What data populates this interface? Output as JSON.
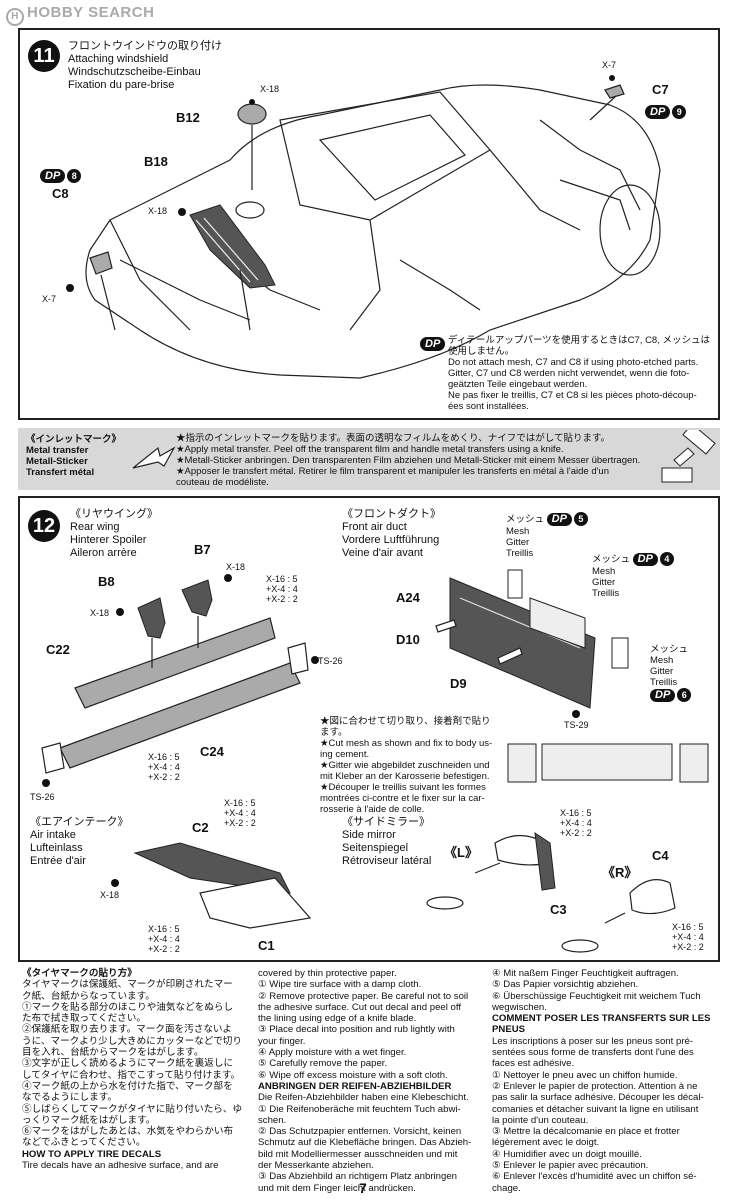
{
  "watermark": {
    "icon": "H",
    "text": "HOBBY SEARCH"
  },
  "step11": {
    "number": "11",
    "title_jp": "フロントウインドウの取り付け",
    "title_en": "Attaching windshield",
    "title_de": "Windschutzscheibe-Einbau",
    "title_fr": "Fixation du pare-brise",
    "labels": {
      "b12": "B12",
      "b18": "B18",
      "c8": "C8",
      "c7": "C7",
      "x18a": "X-18",
      "x18b": "X-18",
      "x7a": "X-7",
      "x7b": "X-7"
    },
    "dp_label": "DP",
    "dp_c8": "8",
    "dp_c7": "9",
    "dp_note": [
      "ディテールアップパーツを使用するときはC7, C8, メッシュは",
      "使用しません。",
      "Do not attach mesh, C7 and C8 if using photo-etched parts.",
      "Gitter, C7 und C8 werden nicht verwendet, wenn die foto-",
      "geätzten Teile eingebaut werden.",
      "Ne pas fixer le treillis, C7 et C8 si les pièces photo-découp-",
      "ées sont installées."
    ]
  },
  "inlet": {
    "title_jp": "《インレットマーク》",
    "title_en": "Metal transfer",
    "title_de": "Metall-Sticker",
    "title_fr": "Transfert métal",
    "lines": [
      "★指示のインレットマークを貼ります。表面の透明なフィルムをめくり、ナイフではがして貼ります。",
      "★Apply metal transfer. Peel off the transparent film and handle metal transfers using a knife.",
      "★Metall-Sticker anbringen. Den transparenten Film abziehen und Metall-Sticker mit einem Messer übertragen.",
      "★Apposer le transfert métal. Retirer le film transparent et manipuler les transferts en métal à l'aide d'un",
      "couteau de modéliste."
    ]
  },
  "step12": {
    "number": "12",
    "rear_wing": {
      "jp": "《リヤウイング》",
      "en": "Rear wing",
      "de": "Hinterer Spoiler",
      "fr": "Aileron arrère"
    },
    "rear_labels": {
      "b7": "B7",
      "b8": "B8",
      "c22": "C22",
      "c24": "C24",
      "x18a": "X-18",
      "x18b": "X-18",
      "ts26a": "TS-26",
      "ts26b": "TS-26"
    },
    "rear_spec_top": [
      "X-16 : 5",
      "+X-4 : 4",
      "+X-2 : 2"
    ],
    "rear_spec_bottom": [
      "X-16 : 5",
      "+X-4 : 4",
      "+X-2 : 2"
    ],
    "front_duct": {
      "jp": "《フロントダクト》",
      "en": "Front air duct",
      "de": "Vordere Luftführung",
      "fr": "Veine d'air avant"
    },
    "duct_labels": {
      "a24": "A24",
      "d10": "D10",
      "d9": "D9",
      "ts29": "TS-29"
    },
    "mesh_items": [
      {
        "jp": "メッシュ",
        "en": "Mesh",
        "de": "Gitter",
        "fr": "Treillis",
        "dp": "DP",
        "num": "5"
      },
      {
        "jp": "メッシュ",
        "en": "Mesh",
        "de": "Gitter",
        "fr": "Treillis",
        "dp": "DP",
        "num": "4"
      },
      {
        "jp": "メッシュ",
        "en": "Mesh",
        "de": "Gitter",
        "fr": "Treillis",
        "dp": "DP",
        "num": "6"
      }
    ],
    "cut_note": [
      "★図に合わせて切り取り、接着剤で貼ります。",
      "★Cut mesh as shown and fix to body us-",
      "ing cement.",
      "★Gitter wie abgebildet zuschneiden und",
      "mit Kleber an der Karosserie befestigen.",
      "★Découper le treillis suivant les formes",
      "montrées ci-contre et le fixer sur la car-",
      "rosserie à l'aide de colle."
    ],
    "air_intake": {
      "jp": "《エアインテーク》",
      "en": "Air intake",
      "de": "Lufteinlass",
      "fr": "Entrée d'air"
    },
    "intake_labels": {
      "c2": "C2",
      "c1": "C1",
      "x18": "X-18"
    },
    "intake_spec_top": [
      "X-16 : 5",
      "+X-4 : 4",
      "+X-2 : 2"
    ],
    "intake_spec_bottom": [
      "X-16 : 5",
      "+X-4 : 4",
      "+X-2 : 2"
    ],
    "side_mirror": {
      "jp": "《サイドミラー》",
      "en": "Side mirror",
      "de": "Seitenspiegel",
      "fr": "Rétroviseur latéral"
    },
    "mirror_labels": {
      "l": "《L》",
      "r": "《R》",
      "c3": "C3",
      "c4": "C4"
    },
    "mirror_spec_l": [
      "X-16 : 5",
      "+X-4 : 4",
      "+X-2 : 2"
    ],
    "mirror_spec_r": [
      "X-16 : 5",
      "+X-4 : 4",
      "+X-2 : 2"
    ]
  },
  "tire": {
    "col1": [
      "《タイヤマークの貼り方》",
      "タイヤマークは保護紙、マークが印刷されたマー",
      "ク紙、台紙からなっています。",
      "①マークを貼る部分のほこりや油気などをぬらし",
      "た布で拭き取ってください。",
      "②保護紙を取り去ります。マーク面を汚さないよ",
      "うに、マークより少し大きめにカッターなどで切り",
      "目を入れ、台紙からマークをはがします。",
      "③文字が正しく読めるようにマーク紙を裏返しに",
      "してタイヤに合わせ、指でこすって貼り付けます。",
      "④マーク紙の上から水を付けた指で、マーク部を",
      "なでるようにします。",
      "⑤しばらくしてマークがタイヤに貼り付いたら、ゆ",
      "っくりマーク紙をはがします。",
      "⑥マークをはがしたあとは、水気をやわらかい布",
      "などでふきとってください。",
      "HOW TO APPLY TIRE DECALS",
      "Tire decals have an adhesive surface, and are"
    ],
    "col2": [
      "covered by thin protective paper.",
      "① Wipe tire surface with a damp cloth.",
      "② Remove protective paper. Be careful not to soil",
      "the adhesive surface. Cut out decal and peel off",
      "the lining using edge of a knife blade.",
      "③ Place decal into position and rub lightly with",
      "your finger.",
      "④ Apply moisture with a wet finger.",
      "⑤ Carefully remove the paper.",
      "⑥ Wipe off excess moisture with a soft cloth.",
      "ANBRINGEN DER REIFEN-ABZIEHBILDER",
      "Die Reifen-Abziehbilder haben eine Klebeschicht.",
      "① Die Reifenoberäche mit feuchtem Tuch abwi-",
      "schen.",
      "② Das Schutzpapier entfernen. Vorsicht, keinen",
      "Schmutz auf die Klebefläche bringen. Das Abzieh-",
      "bild mit Modelliermesser ausschneiden und mit",
      "der Messerkante abziehen.",
      "③ Das Abziehbild an richtigem Platz anbringen",
      "und mit dem Finger leicht andrücken."
    ],
    "col3": [
      "④ Mit naßem Finger Feuchtigkeit auftragen.",
      "⑤ Das Papier vorsichtig abziehen.",
      "⑥ Überschüssige Feuchtigkeit mit weichem Tuch",
      "wegwischen.",
      "COMMENT POSER LES TRANSFERTS SUR LES",
      "PNEUS",
      "Les inscriptions à poser sur les pneus sont pré-",
      "sentées sous forme de transferts dont l'une des",
      "faces est adhésive.",
      "① Nettoyer le pneu avec un chiffon humide.",
      "② Enlever le papier de protection. Attention à ne",
      "pas salir la surface adhésive. Découper les décal-",
      "comanies et détacher suivant la ligne en utilisant",
      "la pointe d'un couteau.",
      "③ Mettre la décalcomanie en place et frotter",
      "légèrement avec le doigt.",
      "④ Humidifier avec un doigt mouillé.",
      "⑤ Enlever le papier avec précaution.",
      "⑥ Enlever l'excès d'humidité avec un chiffon sé-",
      "chage."
    ]
  },
  "page_number": "7"
}
